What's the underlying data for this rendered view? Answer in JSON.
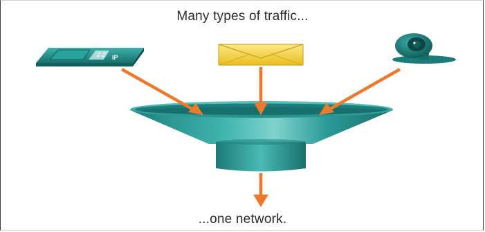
{
  "diagram": {
    "caption_top": "Many types of traffic...",
    "caption_bottom": "...one network.",
    "icons": {
      "phone": "ip-phone-icon",
      "email": "envelope-icon",
      "video": "webcam-icon"
    },
    "phone_label": "IP",
    "colors": {
      "arrow": "#f0782a",
      "funnel": "#2a9a96",
      "envelope": "#f4d23c",
      "device": "#1f8a86"
    }
  }
}
